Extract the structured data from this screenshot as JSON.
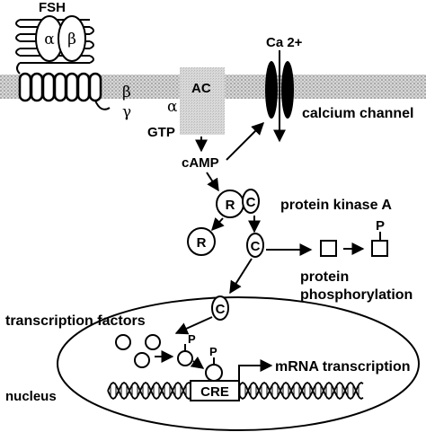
{
  "labels": {
    "fsh": "FSH",
    "alpha_receptor": "α",
    "beta_receptor": "β",
    "beta_g": "β",
    "gamma_g": "γ",
    "alpha_g": "α",
    "ac": "AC",
    "gtp": "GTP",
    "ca": "Ca 2+",
    "calcium_channel": "calcium channel",
    "camp": "cAMP",
    "r_top": "R",
    "c_top": "C",
    "r_free": "R",
    "c_free": "C",
    "c_nuc": "C",
    "pka": "protein kinase A",
    "p_protein": "P",
    "protein_phos_1": "protein",
    "protein_phos_2": "phosphorylation",
    "tf": "transcription factors",
    "p_tf1": "P",
    "p_tf2": "P",
    "mrna": "mRNA transcription",
    "cre": "CRE",
    "nucleus": "nucleus"
  },
  "colors": {
    "membrane": "#c9c9c9",
    "ac_box": "#cfcfcf",
    "ink": "#000000"
  }
}
